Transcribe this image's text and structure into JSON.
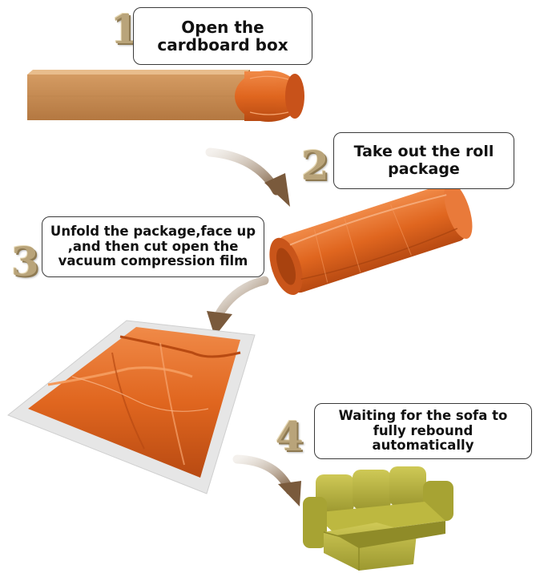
{
  "steps": [
    {
      "number": "1",
      "text": "Open the cardboard box"
    },
    {
      "number": "2",
      "text": "Take out the roll package"
    },
    {
      "number": "3",
      "text": "Unfold the package,face up ,and then cut open the vacuum compression film"
    },
    {
      "number": "4",
      "text": "Waiting for the sofa to fully rebound automatically"
    }
  ],
  "colors": {
    "cardboard": "#c98f55",
    "orange_film": "#e0661f",
    "arrow": "#8a6b4c",
    "sofa": "#b8b43a",
    "number": "#b9a47a"
  },
  "icons": [
    "cardboard-box-icon",
    "rolled-package-icon",
    "unfolded-mattress-icon",
    "sofa-icon",
    "curved-arrow-icon"
  ]
}
